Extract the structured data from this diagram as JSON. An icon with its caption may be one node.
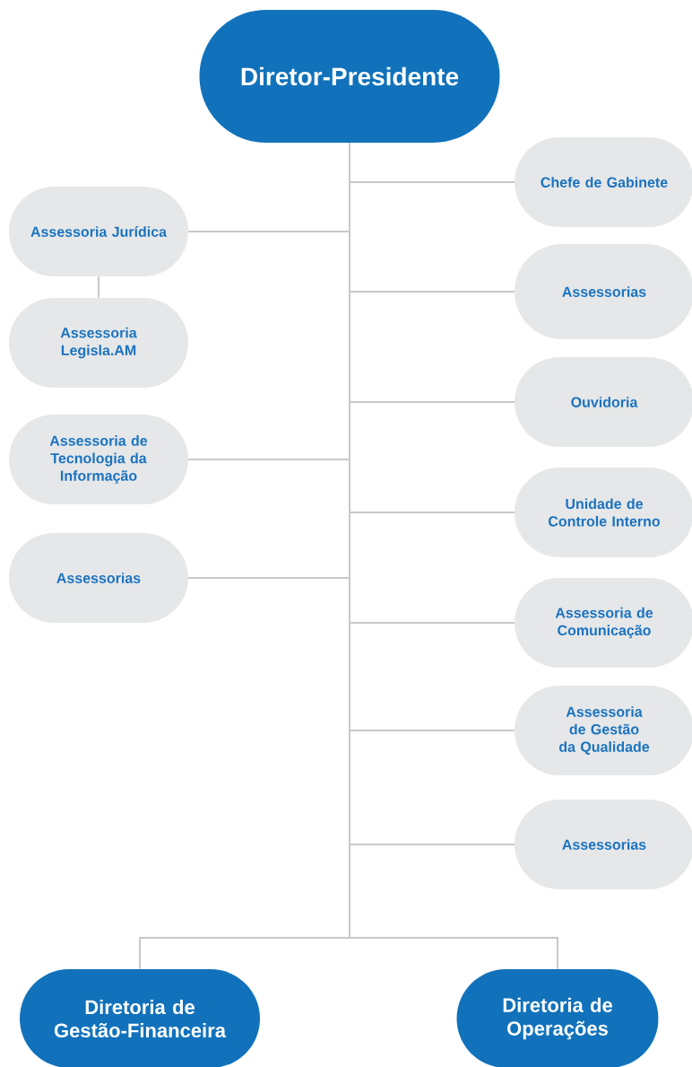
{
  "diagram": {
    "nodes": [
      {
        "text": [
          "Diretor-Presidente"
        ]
      },
      {
        "text": [
          "Chefe de Gabinete"
        ]
      },
      {
        "text": [
          "Assessoria Jurídica"
        ]
      },
      {
        "text": [
          "Assessorias"
        ]
      },
      {
        "text": [
          "Assessoria Legisla.AM"
        ]
      },
      {
        "text": [
          "Ouvidoria"
        ]
      },
      {
        "text": [
          "Assessoria de Tecnologia da Informação"
        ]
      },
      {
        "text": [
          "Unidade de Controle Interno"
        ]
      },
      {
        "text": [
          "Assessorias"
        ]
      },
      {
        "text": [
          "Assessoria de Comunicação"
        ]
      },
      {
        "text": [
          "Assessoria de Gestão da Qualidade"
        ]
      },
      {
        "text": [
          "Assessorias"
        ]
      },
      {
        "text": [
          "Diretoria de Gestão-Financeira"
        ]
      },
      {
        "text": [
          "Diretoria de Operações"
        ]
      }
    ],
    "edges": [
      {
        "from": 0,
        "to": 1,
        "arrow": "none"
      },
      {
        "from": 0,
        "to": 2,
        "arrow": "none"
      },
      {
        "from": 0,
        "to": 3,
        "arrow": "none"
      },
      {
        "from": 2,
        "to": 4,
        "arrow": "none"
      },
      {
        "from": 0,
        "to": 5,
        "arrow": "none"
      },
      {
        "from": 0,
        "to": 6,
        "arrow": "none"
      },
      {
        "from": 0,
        "to": 7,
        "arrow": "none"
      },
      {
        "from": 0,
        "to": 8,
        "arrow": "none"
      },
      {
        "from": 0,
        "to": 9,
        "arrow": "none"
      },
      {
        "from": 0,
        "to": 10,
        "arrow": "none"
      },
      {
        "from": 0,
        "to": 11,
        "arrow": "none"
      },
      {
        "from": 0,
        "to": 12,
        "arrow": "none"
      },
      {
        "from": 0,
        "to": 13,
        "arrow": "none"
      }
    ]
  }
}
